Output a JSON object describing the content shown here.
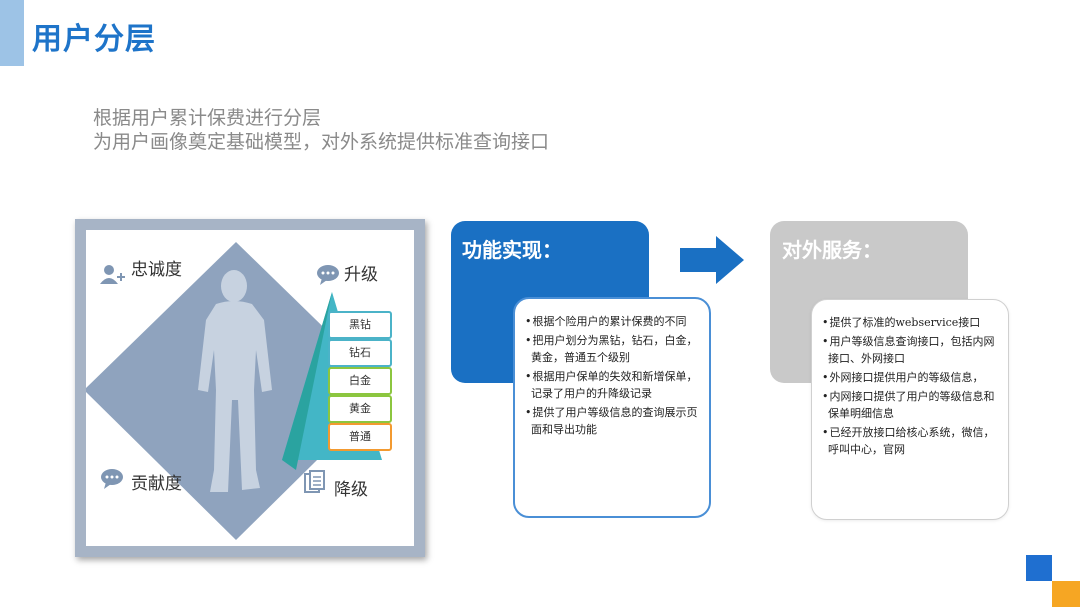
{
  "header": {
    "title": "用户分层"
  },
  "intro": {
    "line1": "根据用户累计保费进行分层",
    "line2": "为用户画像奠定基础模型，对外系统提供标准查询接口"
  },
  "diagram": {
    "loyalty_label": "忠诚度",
    "upgrade_label": "升级",
    "contribution_label": "贡献度",
    "downgrade_label": "降级",
    "tiers": [
      {
        "label": "黑钻",
        "color": "#4bb3c8"
      },
      {
        "label": "钻石",
        "color": "#4bb3c8"
      },
      {
        "label": "白金",
        "color": "#8cc63f"
      },
      {
        "label": "黄金",
        "color": "#8cc63f"
      },
      {
        "label": "普通",
        "color": "#f39a30"
      }
    ],
    "colors": {
      "diamond": "#8fa3be",
      "pyramid_front": "#43b6c6",
      "pyramid_side": "#2aa3a0"
    },
    "icons": [
      "user-add-icon",
      "speech-bubble-icon",
      "chat-bubble-icon",
      "documents-icon",
      "business-man-silhouette"
    ]
  },
  "function_section": {
    "title": "功能实现：",
    "items": [
      "根据个险用户的累计保费的不同",
      "把用户划分为黑钻，钻石，白金，黄金，普通五个级别",
      "根据用户保单的失效和新增保单，记录了用户的升降级记录",
      "提供了用户等级信息的查询展示页面和导出功能"
    ],
    "color": "#1a70c3"
  },
  "external_section": {
    "title": "对外服务：",
    "items": [
      "提供了标准的webservice接口",
      "用户等级信息查询接口，包括内网接口、外网接口",
      "外网接口提供用户的等级信息，",
      "内网接口提供了用户的等级信息和保单明细信息",
      "已经开放接口给核心系统，微信，呼叫中心，官网"
    ],
    "color": "#c9c9c9"
  },
  "arrow_icon": "right-arrow-icon"
}
